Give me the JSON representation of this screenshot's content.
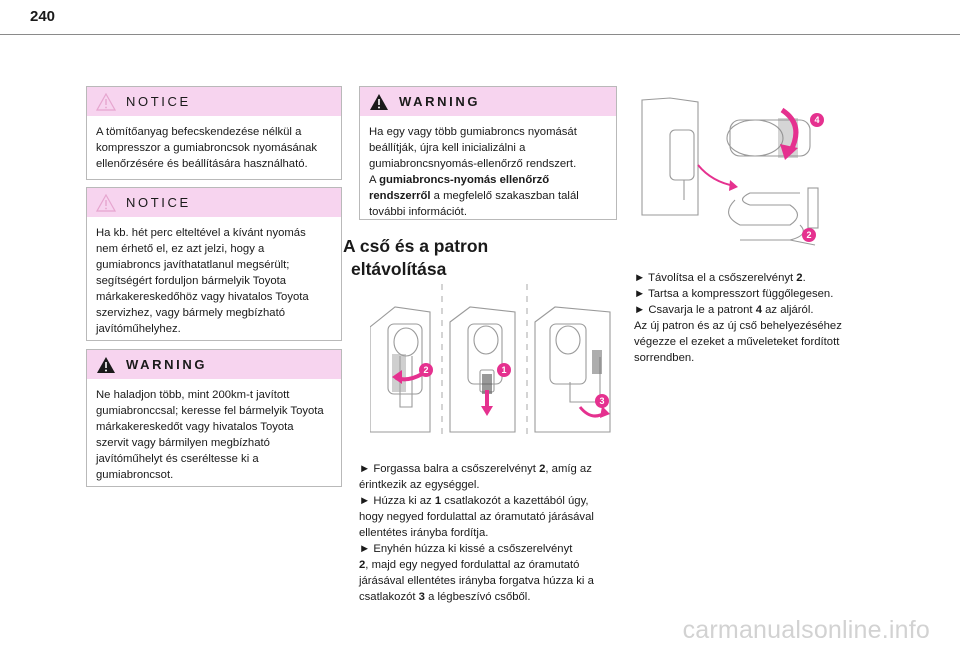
{
  "page": {
    "number": "240"
  },
  "notice1": {
    "title": "NOTICE",
    "lines": [
      "A tömítőanyag befecskendezése nélkül a",
      "kompresszor a gumiabroncsok nyomásának",
      "ellenőrzésére és beállítására használható."
    ]
  },
  "notice2": {
    "title": "NOTICE",
    "lines": [
      "Ha kb. hét perc elteltével a kívánt nyomás",
      "nem érhető el, ez azt jelzi, hogy a",
      "gumiabroncs javíthatatlanul megsérült;",
      "segítségért forduljon bármelyik Toyota",
      "márkakereskedőhöz vagy hivatalos Toyota",
      "szervizhez, vagy bármely megbízható",
      "javítóműhelyhez."
    ]
  },
  "warning1": {
    "title": "WARNING",
    "lines": [
      "Ne haladjon több, mint 200km-t javított",
      "gumiabronccsal; keresse fel bármelyik Toyota",
      "márkakereskedőt vagy hivatalos Toyota",
      "szervit vagy bármilyen megbízható",
      "javítóműhelyt és cseréltesse ki a",
      "gumiabroncsot."
    ]
  },
  "warning2": {
    "title": "WARNING",
    "line1": "Ha egy vagy több gumiabroncs nyomását",
    "line2": "beállítják, újra kell inicializálni a",
    "line3": "gumiabroncsnyomás-ellenőrző rendszert.",
    "line4_pre": "A ",
    "line4_bold": "gumiabroncs-nyomás ellenőrző",
    "line5_bold": "rendszerről",
    "line5_post": " a megfelelő szakaszban talál",
    "line6": "további információt."
  },
  "section": {
    "title_line1": "A cső és a patron",
    "title_line2": "eltávolítása"
  },
  "steps_left": {
    "s1_a": "► Forgassa balra a csőszerelvényt ",
    "s1_b": "2",
    "s1_c": ", amíg az",
    "s1_d": "érintkezik az egységgel.",
    "s2_a": "► Húzza ki az ",
    "s2_b": "1",
    "s2_c": " csatlakozót a kazettából úgy,",
    "s2_d": "hogy negyed fordulattal az óramutató járásával",
    "s2_e": "ellentétes irányba fordítja.",
    "s3_a": "► Enyhén húzza ki kissé a csőszerelvényt",
    "s3_b": "2",
    "s3_c": ", majd egy negyed fordulattal az óramutató",
    "s3_d": "járásával ellentétes irányba forgatva húzza ki a",
    "s3_e": "csatlakozót ",
    "s3_f": "3",
    "s3_g": " a légbeszívó csőből."
  },
  "steps_right": {
    "r1_a": "► Távolítsa el a csőszerelvényt ",
    "r1_b": "2",
    "r1_c": ".",
    "r2": "► Tartsa a kompresszort függőlegesen.",
    "r3_a": "► Csavarja le a patront ",
    "r3_b": "4",
    "r3_c": " az aljáról.",
    "r4": "Az új patron és az új cső behelyezéséhez",
    "r5": "végezze el ezeket a műveleteket fordított",
    "r6": "sorrendben."
  },
  "figure_left": {
    "callouts": [
      "2",
      "1",
      "3"
    ]
  },
  "figure_right": {
    "callouts": [
      "4",
      "2"
    ]
  },
  "footer": {
    "brand": "carmanualsonline.info"
  },
  "colors": {
    "accent": "#e5318f",
    "box_header": "#f7d4ef",
    "notice_icon": "#e6a5cf",
    "warning_icon": "#1a1a1a"
  }
}
